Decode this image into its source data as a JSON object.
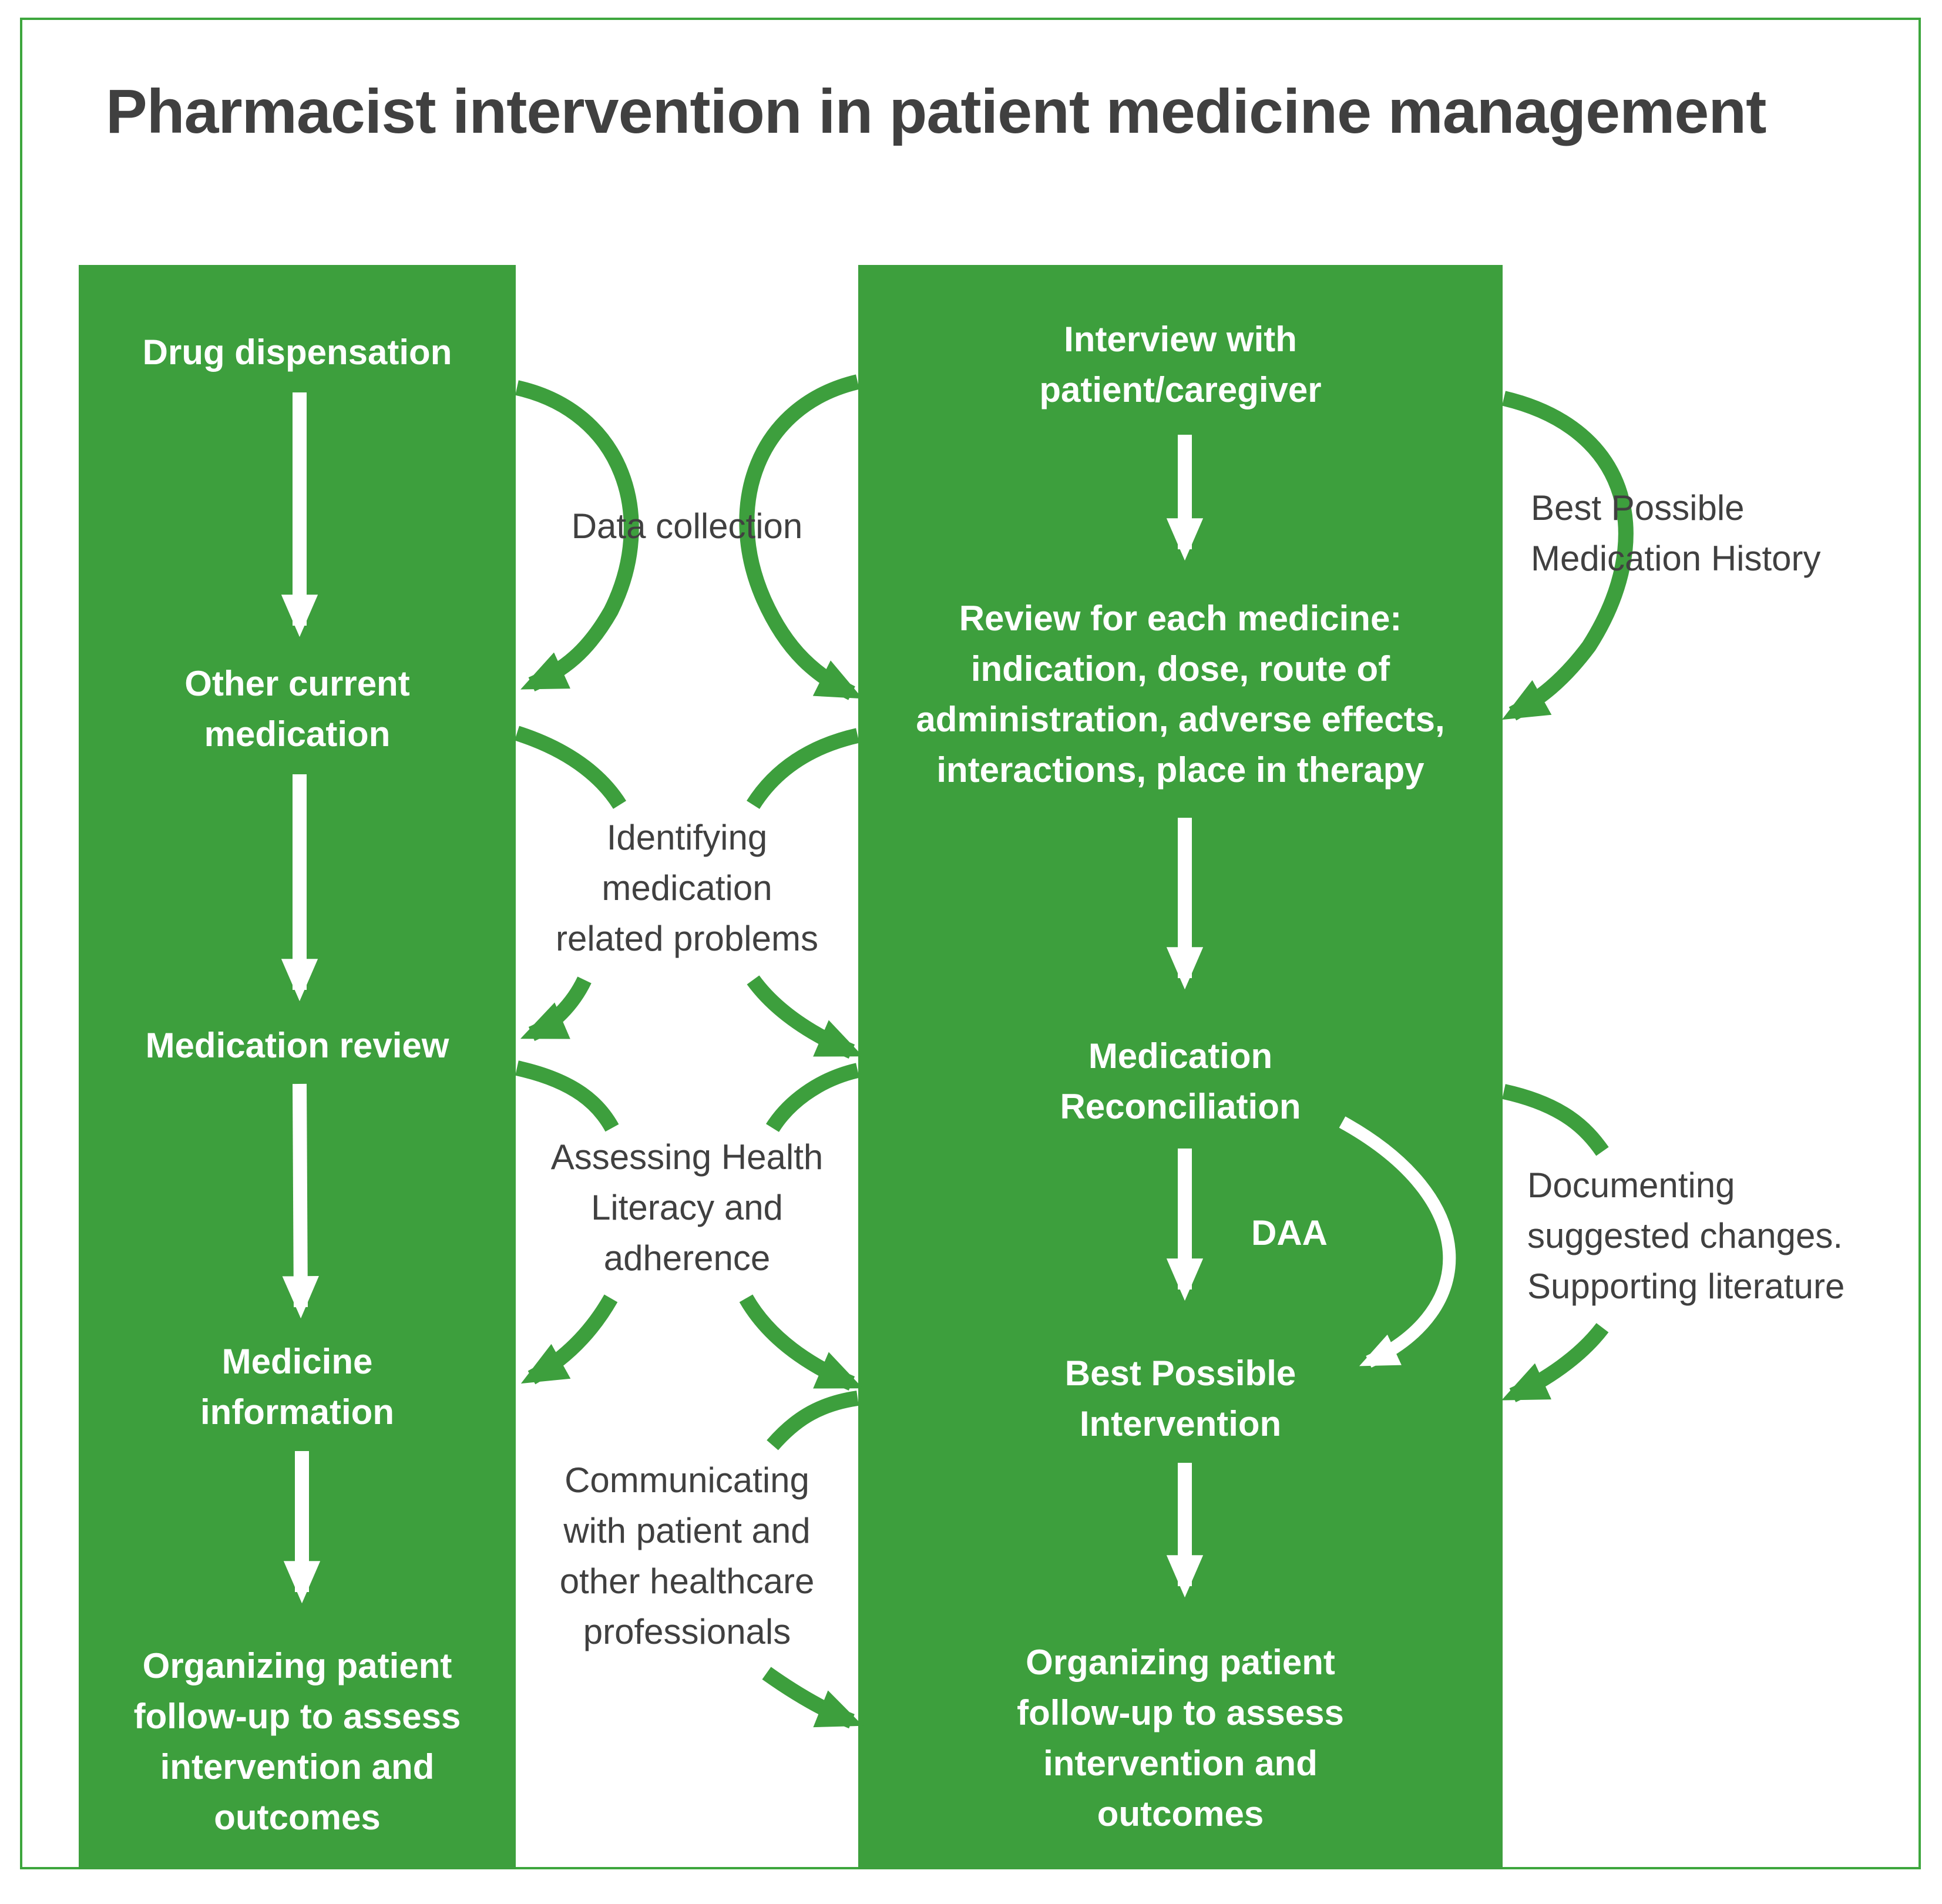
{
  "title": "Pharmacist intervention in patient medicine management",
  "colors": {
    "green": "#3d9f3d",
    "frame": "#3da63d",
    "text": "#404040",
    "on_green": "#ffffff"
  },
  "left_column": {
    "steps": [
      "Drug dispensation",
      "Other current\nmedication",
      "Medication review",
      "Medicine\ninformation",
      "Organizing patient\nfollow-up to assess\nintervention and\noutcomes"
    ]
  },
  "right_column": {
    "steps": [
      "Interview with\npatient/caregiver",
      "Review for each medicine:\nindication, dose, route of\nadministration, adverse effects,\ninteractions, place in therapy",
      "Medication\nReconciliation",
      "Best Possible\nIntervention",
      "Organizing patient\nfollow-up to assess\nintervention and\noutcomes"
    ],
    "daa_label": "DAA"
  },
  "middle_labels": [
    "Data collection",
    "Identifying\nmedication\nrelated problems",
    "Assessing Health\nLiteracy and\nadherence",
    "Communicating\nwith patient and\nother healthcare\nprofessionals"
  ],
  "right_labels": [
    "Best Possible\nMedication History",
    "Documenting\nsuggested changes.\nSupporting literature"
  ]
}
